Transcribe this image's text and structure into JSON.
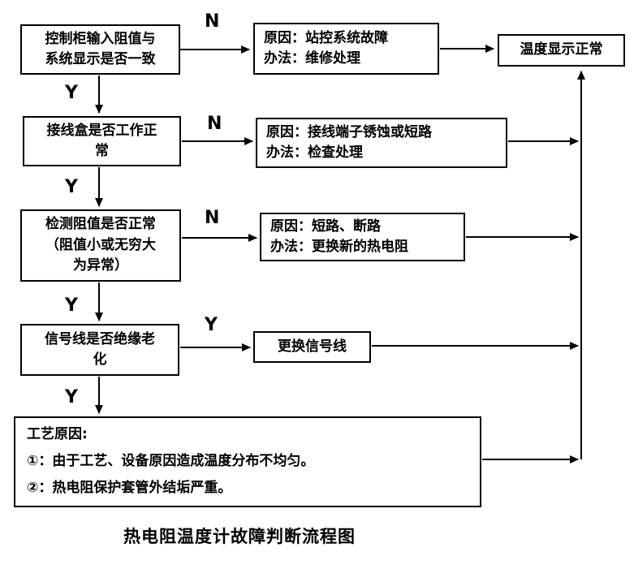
{
  "diagram": {
    "title": "热电阻温度计故障判断流程图",
    "nodes": {
      "q1": {
        "text": "控制柜输入阻值与\n系统显示是否一致"
      },
      "r1": {
        "text": "原因：站控系统故障\n办法：维修处理"
      },
      "end": {
        "text": "温度显示正常"
      },
      "q2": {
        "text": "接线盒是否工作正\n常"
      },
      "r2": {
        "text": "原因：接线端子锈蚀或短路\n办法：检查处理"
      },
      "q3": {
        "text": "检测阻值是否正常\n（阻值小或无穷大\n为异常）"
      },
      "r3": {
        "text": "原因：短路、断路\n办法：更换新的热电阻"
      },
      "q4": {
        "text": "信号线是否绝缘老\n化"
      },
      "r4": {
        "text": "更换信号线"
      },
      "process": {
        "lines": [
          "工艺原因:",
          "①：由于工艺、设备原因造成温度分布不均匀。",
          "②：热电阻保护套管外结垢严重。"
        ]
      }
    },
    "labels": {
      "n1": "N",
      "n2": "N",
      "n3": "N",
      "y1": "Y",
      "y2": "Y",
      "y3": "Y",
      "y4": "Y",
      "y5": "Y"
    },
    "colors": {
      "line": "#000000",
      "background": "#ffffff",
      "text": "#000000"
    }
  }
}
